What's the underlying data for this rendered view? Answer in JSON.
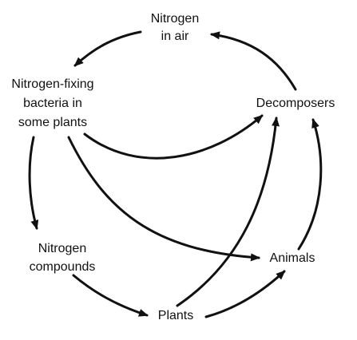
{
  "nodes": {
    "nitrogen_air": {
      "lines": [
        "Nitrogen",
        "in air"
      ]
    },
    "fixing_bacteria": {
      "lines": [
        "Nitrogen-fixing",
        "bacteria in",
        "some plants"
      ]
    },
    "decomposers": {
      "lines": [
        "Decomposers"
      ]
    },
    "compounds": {
      "lines": [
        "Nitrogen",
        "compounds"
      ]
    },
    "animals": {
      "lines": [
        "Animals"
      ]
    },
    "plants": {
      "lines": [
        "Plants"
      ]
    }
  },
  "edges": [
    {
      "from": "nitrogen_air",
      "to": "fixing_bacteria"
    },
    {
      "from": "decomposers",
      "to": "nitrogen_air"
    },
    {
      "from": "fixing_bacteria",
      "to": "decomposers"
    },
    {
      "from": "fixing_bacteria",
      "to": "compounds"
    },
    {
      "from": "fixing_bacteria",
      "to": "animals"
    },
    {
      "from": "compounds",
      "to": "plants"
    },
    {
      "from": "plants",
      "to": "decomposers"
    },
    {
      "from": "plants",
      "to": "animals"
    },
    {
      "from": "animals",
      "to": "decomposers"
    }
  ]
}
